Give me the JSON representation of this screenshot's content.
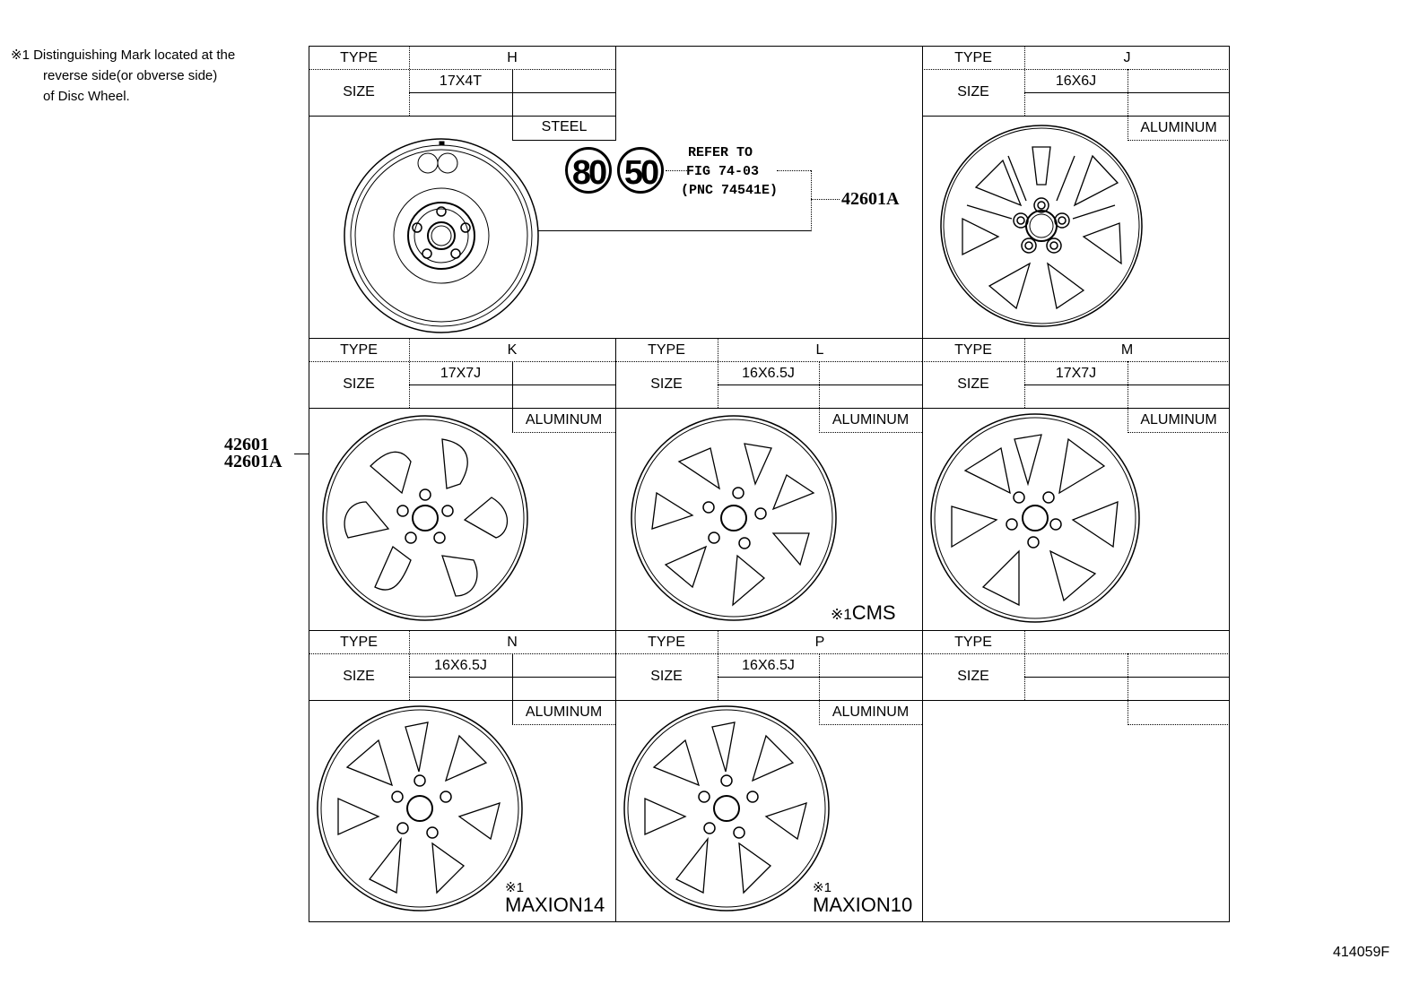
{
  "footnote": {
    "line1": "※1 Distinguishing Mark located at the",
    "line2": "reverse side(or obverse side)",
    "line3": "of Disc Wheel."
  },
  "labels": {
    "type": "TYPE",
    "size": "SIZE"
  },
  "wheels": [
    {
      "type": "H",
      "size": "17X4T",
      "material": "STEEL",
      "mark": ""
    },
    {
      "type": "J",
      "size": "16X6J",
      "material": "ALUMINUM",
      "mark": ""
    },
    {
      "type": "K",
      "size": "17X7J",
      "material": "ALUMINUM",
      "mark": ""
    },
    {
      "type": "L",
      "size": "16X6.5J",
      "material": "ALUMINUM",
      "mark_ref": "※1",
      "mark": "CMS"
    },
    {
      "type": "M",
      "size": "17X7J",
      "material": "ALUMINUM",
      "mark": ""
    },
    {
      "type": "N",
      "size": "16X6.5J",
      "material": "ALUMINUM",
      "mark_ref": "※1",
      "mark": "MAXION14"
    },
    {
      "type": "P",
      "size": "16X6.5J",
      "material": "ALUMINUM",
      "mark_ref": "※1",
      "mark": "MAXION10"
    },
    {
      "type": "",
      "size": "",
      "material": "",
      "mark": ""
    }
  ],
  "reference": {
    "badge1": "80",
    "badge2": "50",
    "line1": "REFER TO",
    "line2": "FIG 74-03",
    "line3": "(PNC 74541E)",
    "part": "42601A"
  },
  "parts": {
    "part1": "42601",
    "part2": "42601A"
  },
  "illustration_id": "414059F"
}
